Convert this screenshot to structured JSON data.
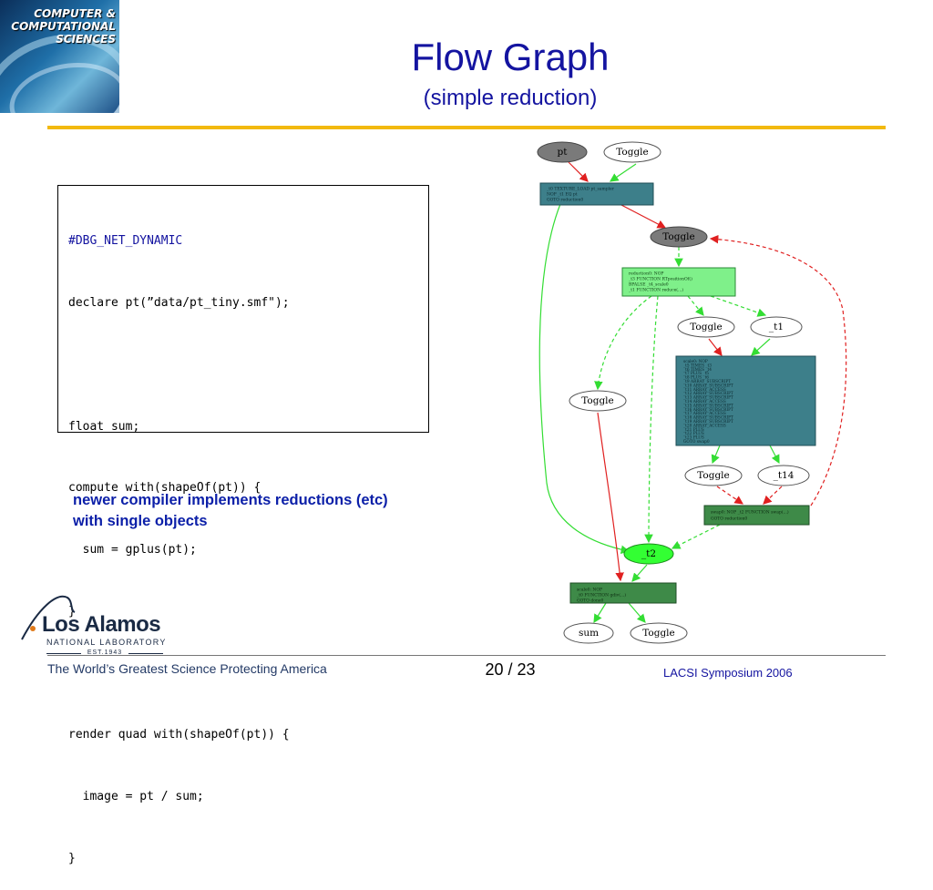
{
  "header": {
    "logo_text": [
      "COMPUTER &",
      "COMPUTATIONAL",
      "SCIENCES"
    ],
    "title": "Flow Graph",
    "subtitle": "(simple reduction)"
  },
  "code_lines": [
    "#DBG_NET_DYNAMIC",
    "declare pt(”data/pt_tiny.smf\");",
    "",
    "float sum;",
    "compute with(shapeOf(pt)) {",
    "  sum = gplus(pt);",
    "}",
    "",
    "render quad with(shapeOf(pt)) {",
    "  image = pt / sum;",
    "}"
  ],
  "note": [
    "newer compiler implements reductions (etc)",
    "with single objects"
  ],
  "graph": {
    "nodes": {
      "pt": "pt",
      "toggle_a": "Toggle",
      "toggle_b": "Toggle",
      "toggle_c": "Toggle",
      "t1": "_t1",
      "toggle_d": "Toggle",
      "toggle_e": "Toggle",
      "t14": "_t14",
      "t2": "_t2",
      "sum": "sum",
      "toggle_f": "Toggle"
    },
    "colors": {
      "gray_node": "#7a7a7a",
      "teal_box": "#3d7f8a",
      "light_green_box": "#7ff08a",
      "dark_green_box": "#3e8a48",
      "bright_green_node": "#33ff33",
      "red_edge": "#e02020",
      "green_edge": "#33dd33"
    }
  },
  "footer": {
    "lanl_name": "Los Alamos",
    "lanl_sub": "NATIONAL LABORATORY",
    "lanl_est": "EST.1943",
    "tagline": "The World’s Greatest Science Protecting America",
    "page": "20 / 23",
    "event": "LACSI Symposium 2006"
  }
}
